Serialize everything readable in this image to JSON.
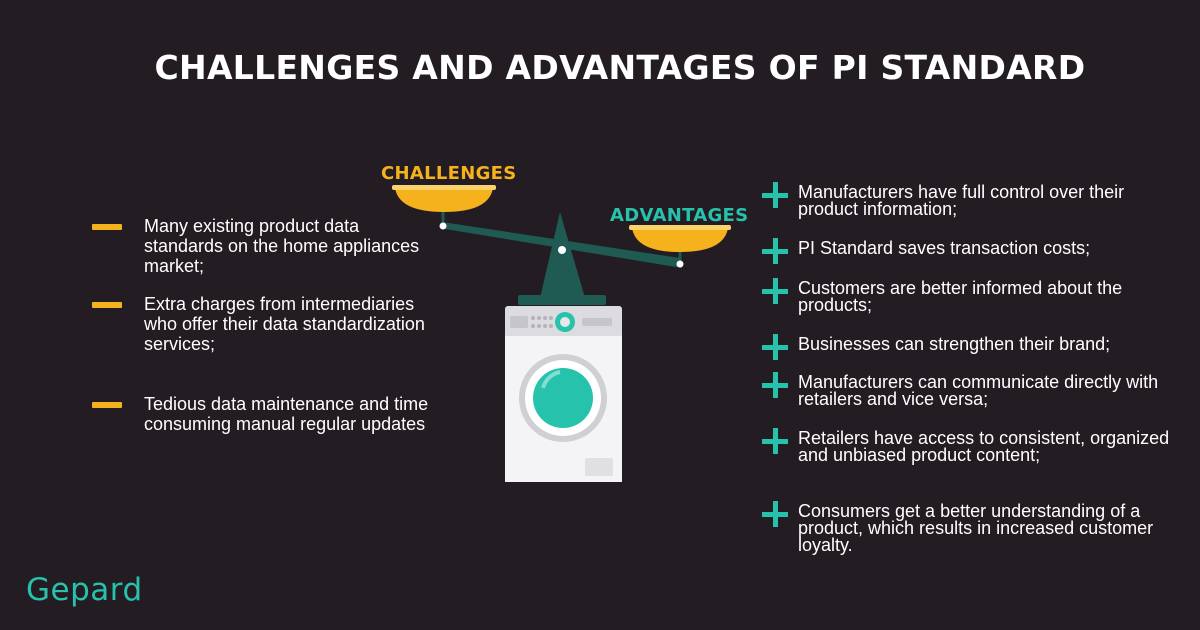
{
  "title": "CHALLENGES AND ADVANTAGES OF PI STANDARD",
  "labels": {
    "challenges": "CHALLENGES",
    "advantages": "ADVANTAGES"
  },
  "colors": {
    "background": "#231c23",
    "challenge_accent": "#f6b21c",
    "advantage_accent": "#27c2ac",
    "scale_dark": "#1f5b52"
  },
  "challenges": [
    {
      "icon": "minus-icon",
      "text": "Many existing product data standards on the home appliances market;"
    },
    {
      "icon": "minus-icon",
      "text": "Extra charges from intermediaries who offer their data standardization services;"
    },
    {
      "icon": "minus-icon",
      "text": "Tedious data maintenance and time consuming manual regular updates"
    }
  ],
  "advantages": [
    {
      "icon": "plus-icon",
      "text": "Manufacturers have full control over their product information;"
    },
    {
      "icon": "plus-icon",
      "text": "PI Standard saves transaction costs;"
    },
    {
      "icon": "plus-icon",
      "text": "Customers are better informed about the products;"
    },
    {
      "icon": "plus-icon",
      "text": "Businesses can strengthen their brand;"
    },
    {
      "icon": "plus-icon",
      "text": "Manufacturers can communicate directly with retailers and vice versa;"
    },
    {
      "icon": "plus-icon",
      "text": "Retailers have access to consistent, organized and unbiased product content;"
    },
    {
      "icon": "plus-icon",
      "text": "Consumers get a better understanding of a product, which results in increased customer loyalty."
    }
  ],
  "logo": "Gepard"
}
